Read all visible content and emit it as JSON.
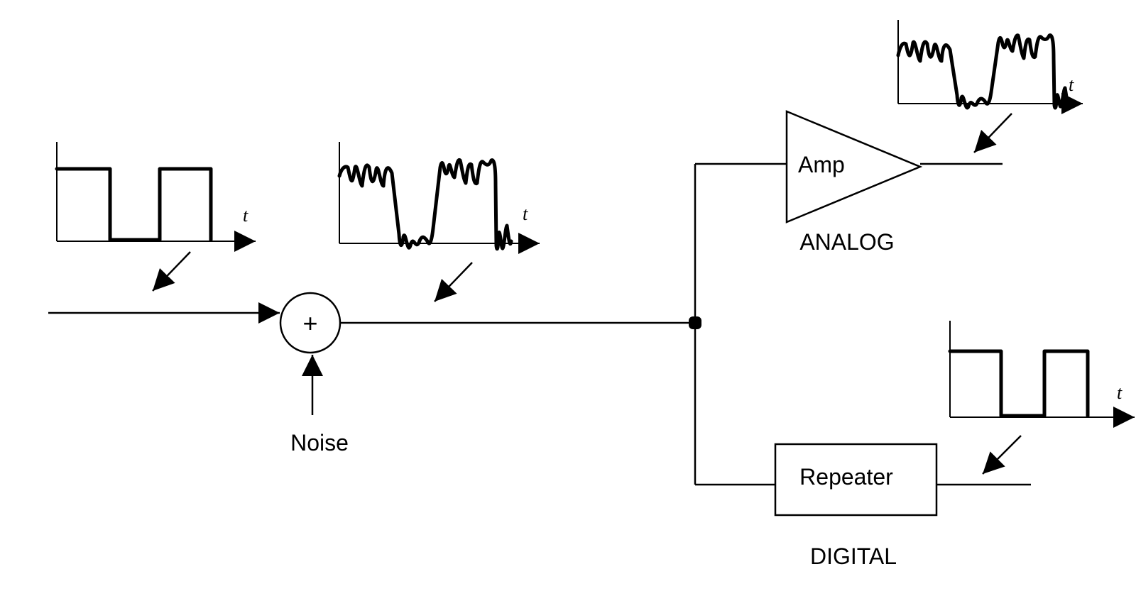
{
  "labels": {
    "sum_symbol": "+",
    "noise": "Noise",
    "amp": "Amp",
    "analog": "ANALOG",
    "repeater": "Repeater",
    "digital": "DIGITAL",
    "t_input": "t",
    "t_noisy": "t",
    "t_amp_out": "t",
    "t_repeater_out": "t"
  }
}
